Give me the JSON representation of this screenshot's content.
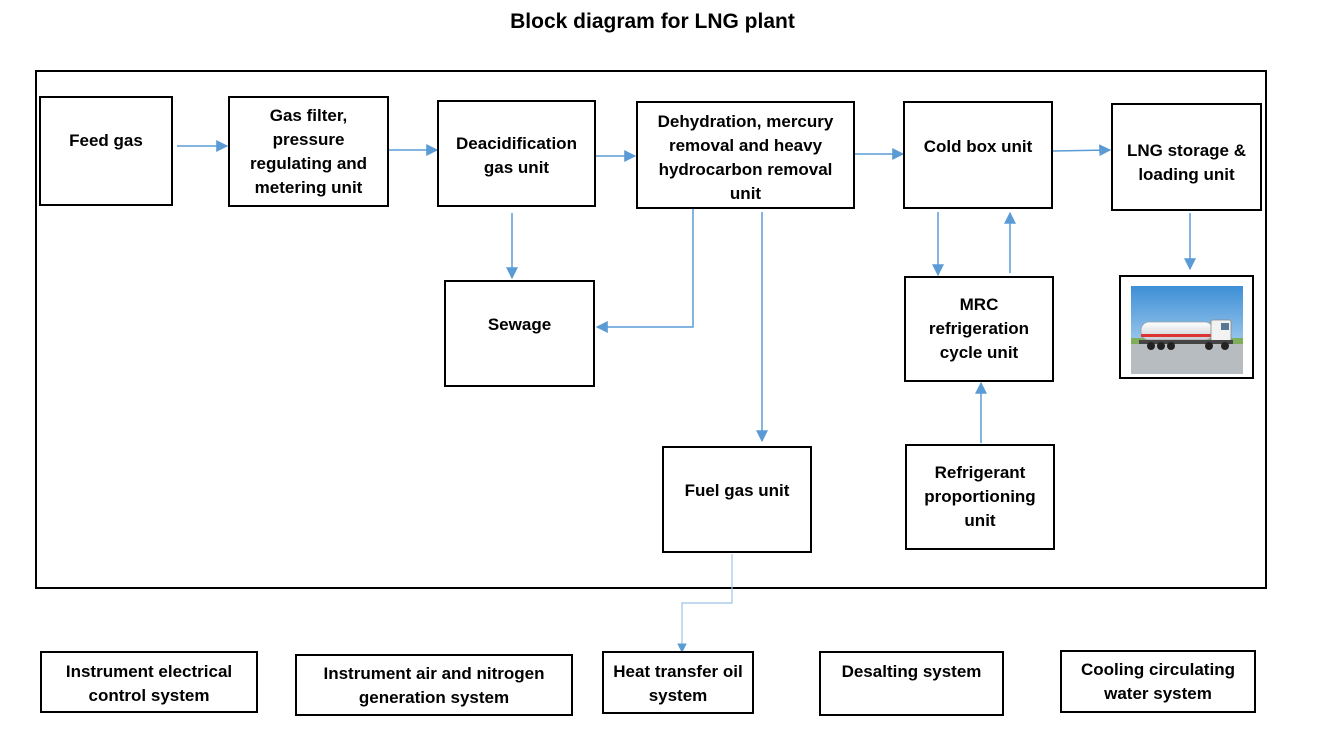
{
  "title": "Block diagram for LNG plant",
  "nodes": {
    "feed_gas": "Feed gas",
    "gas_filter": "Gas filter, pressure regulating and metering unit",
    "deacidification": "Deacidification gas unit",
    "dehydration": "Dehydration, mercury removal and heavy hydrocarbon removal unit",
    "cold_box": "Cold box unit",
    "lng_storage": "LNG storage & loading unit",
    "sewage": "Sewage",
    "mrc": "MRC refrigeration cycle unit",
    "fuel_gas": "Fuel gas unit",
    "refrigerant": "Refrigerant proportioning unit"
  },
  "auxiliary_systems": {
    "instrument_electrical": "Instrument electrical control system",
    "instrument_air": "Instrument air and nitrogen generation system",
    "heat_transfer": "Heat transfer oil system",
    "desalting": "Desalting system",
    "cooling_water": "Cooling circulating water system"
  },
  "flows": [
    {
      "from": "Feed gas",
      "to": "Gas filter, pressure regulating and metering unit"
    },
    {
      "from": "Gas filter, pressure regulating and metering unit",
      "to": "Deacidification gas unit"
    },
    {
      "from": "Deacidification gas unit",
      "to": "Dehydration, mercury removal and heavy hydrocarbon removal unit"
    },
    {
      "from": "Dehydration, mercury removal and heavy hydrocarbon removal unit",
      "to": "Cold box unit"
    },
    {
      "from": "Cold box unit",
      "to": "LNG storage & loading unit"
    },
    {
      "from": "Deacidification gas unit",
      "to": "Sewage"
    },
    {
      "from": "Dehydration, mercury removal and heavy hydrocarbon removal unit",
      "to": "Sewage"
    },
    {
      "from": "Dehydration, mercury removal and heavy hydrocarbon removal unit",
      "to": "Fuel gas unit"
    },
    {
      "from": "Cold box unit",
      "to": "MRC refrigeration cycle unit"
    },
    {
      "from": "MRC refrigeration cycle unit",
      "to": "Cold box unit"
    },
    {
      "from": "Refrigerant proportioning unit",
      "to": "MRC refrigeration cycle unit"
    },
    {
      "from": "LNG storage & loading unit",
      "to": "lng-tanker-truck-image"
    },
    {
      "from": "Fuel gas unit",
      "to": "Heat transfer oil system"
    }
  ],
  "colors": {
    "arrow": "#5b9bd5",
    "box_border": "#000000",
    "text": "#000000"
  },
  "image": {
    "subject": "lng-tanker-truck"
  }
}
